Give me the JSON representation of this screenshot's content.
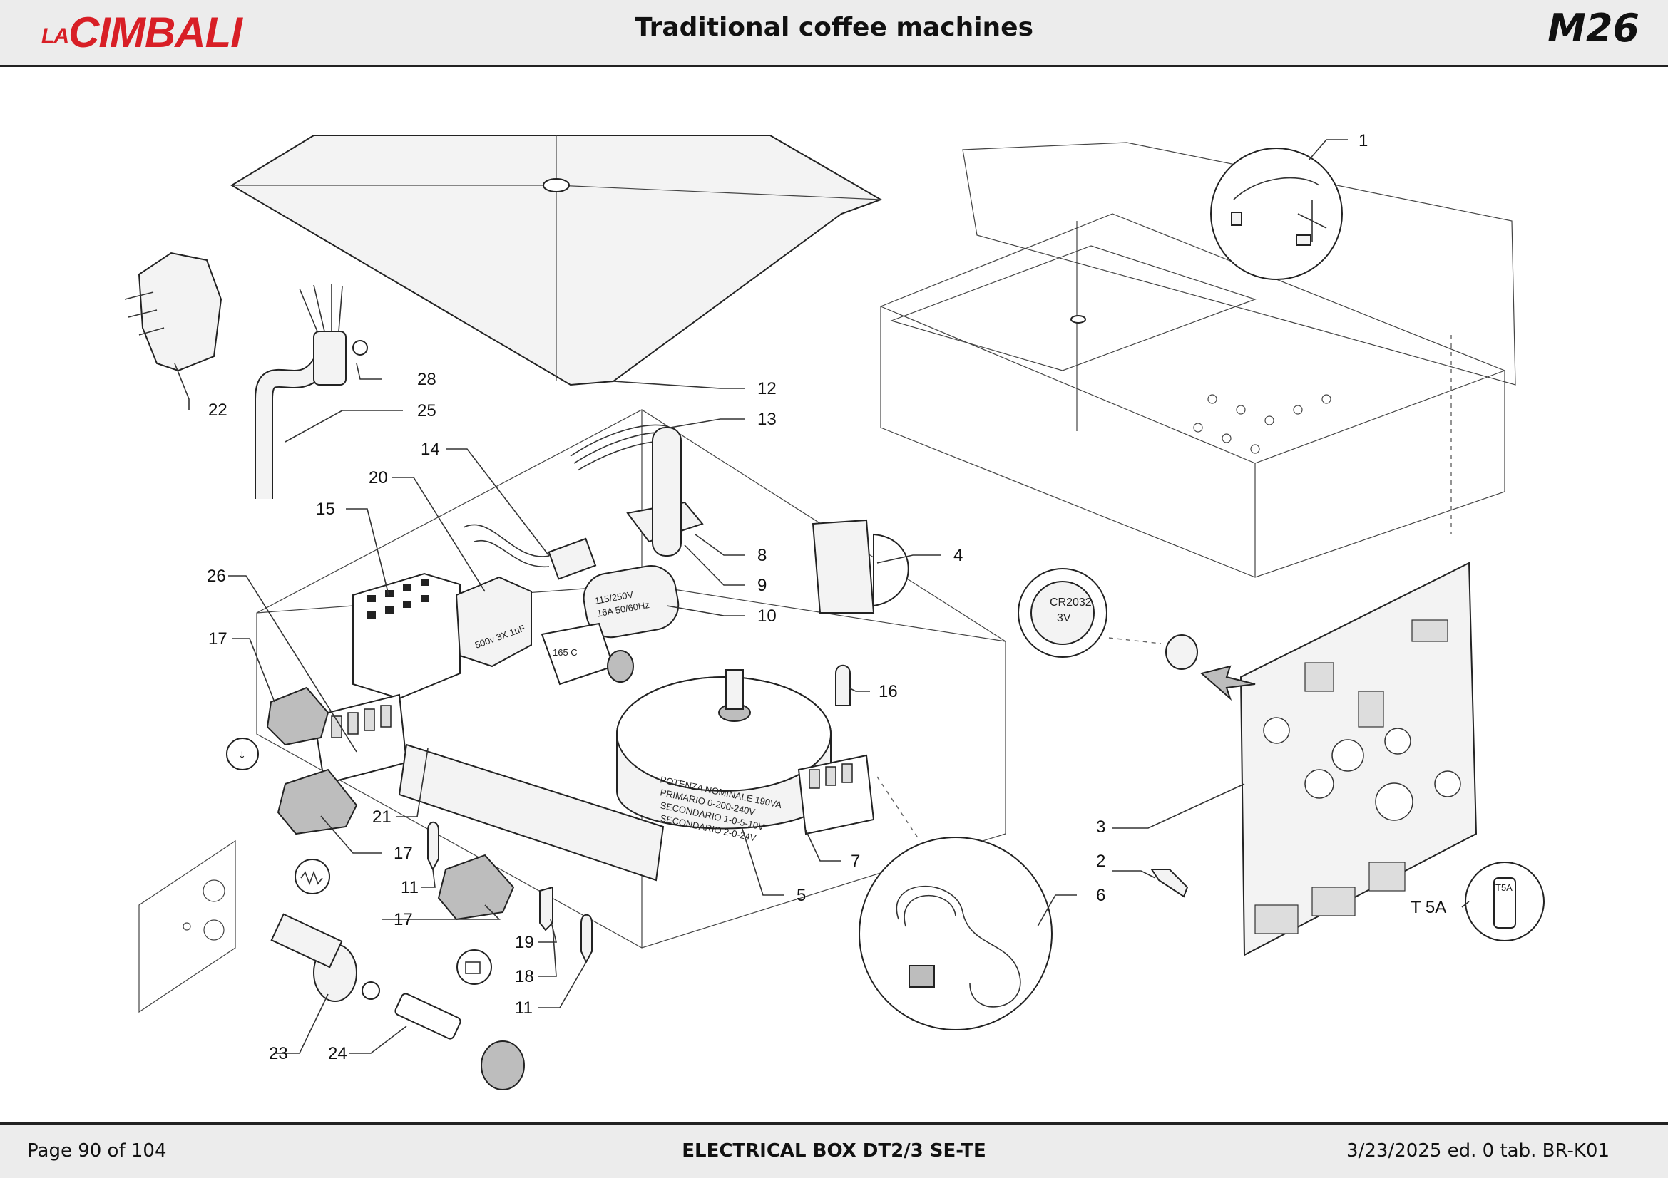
{
  "header": {
    "brand_small": "LA",
    "brand": "CIMBALI",
    "title": "Traditional coffee machines",
    "model": "M26"
  },
  "footer": {
    "page": "Page 90 of 104",
    "section": "ELECTRICAL BOX DT2/3 SE-TE",
    "edition": "3/23/2025 ed. 0 tab. BR-K01"
  },
  "diagram": {
    "callouts": [
      "1",
      "2",
      "3",
      "4",
      "5",
      "6",
      "7",
      "8",
      "9",
      "10",
      "11",
      "11",
      "12",
      "13",
      "14",
      "15",
      "16",
      "17",
      "17",
      "17",
      "18",
      "19",
      "20",
      "21",
      "22",
      "23",
      "24",
      "25",
      "26",
      "28"
    ],
    "battery_label": "CR2032",
    "battery_voltage": "3V",
    "fuse_label": "T 5A",
    "fuse_mark": "T5A",
    "capacitor_label": "500v 3X 1uF",
    "transformer_text": [
      "POTENZA NOMINALE 190VA",
      "PRIMARIO 0-200-240V",
      "SECONDARIO 1-0-5-10V",
      "SECONDARIO 2-0-24V"
    ],
    "filter_text": [
      "115/250V",
      "16A 50/60Hz"
    ],
    "relay_text": "165 C"
  },
  "colors": {
    "brand_red": "#d81f26",
    "header_bg": "#ececec"
  }
}
